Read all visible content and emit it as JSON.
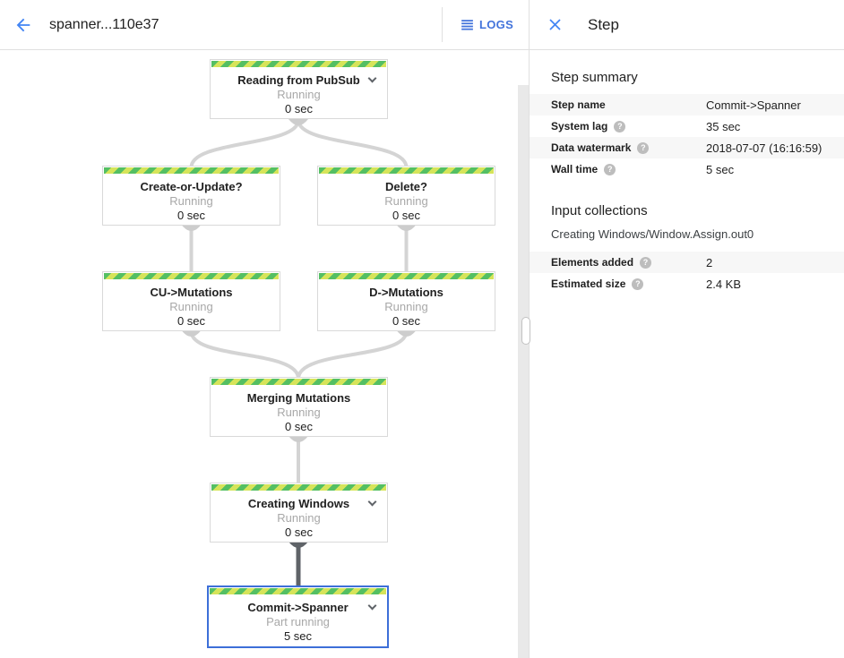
{
  "header": {
    "title": "spanner...110e37",
    "logs_label": "LOGS"
  },
  "panel": {
    "title": "Step",
    "summary": {
      "heading": "Step summary",
      "rows": [
        {
          "label": "Step name",
          "value": "Commit->Spanner"
        },
        {
          "label": "System lag",
          "value": "35 sec"
        },
        {
          "label": "Data watermark",
          "value": "2018-07-07 (16:16:59)"
        },
        {
          "label": "Wall time",
          "value": "5 sec"
        }
      ]
    },
    "input_collections": {
      "heading": "Input collections",
      "collection_name": "Creating Windows/Window.Assign.out0",
      "rows": [
        {
          "label": "Elements added",
          "value": "2"
        },
        {
          "label": "Estimated size",
          "value": "2.4 KB"
        }
      ]
    }
  },
  "graph": {
    "nodes": [
      {
        "title": "Reading from PubSub",
        "status": "Running",
        "time": "0 sec",
        "expandable": true,
        "selected": false
      },
      {
        "title": "Create-or-Update?",
        "status": "Running",
        "time": "0 sec",
        "expandable": false,
        "selected": false
      },
      {
        "title": "Delete?",
        "status": "Running",
        "time": "0 sec",
        "expandable": false,
        "selected": false
      },
      {
        "title": "CU->Mutations",
        "status": "Running",
        "time": "0 sec",
        "expandable": false,
        "selected": false
      },
      {
        "title": "D->Mutations",
        "status": "Running",
        "time": "0 sec",
        "expandable": false,
        "selected": false
      },
      {
        "title": "Merging Mutations",
        "status": "Running",
        "time": "0 sec",
        "expandable": false,
        "selected": false
      },
      {
        "title": "Creating Windows",
        "status": "Running",
        "time": "0 sec",
        "expandable": true,
        "selected": false
      },
      {
        "title": "Commit->Spanner",
        "status": "Part running",
        "time": "5 sec",
        "expandable": true,
        "selected": true
      }
    ],
    "edges": [
      {
        "from": "Reading from PubSub",
        "to": "Create-or-Update?"
      },
      {
        "from": "Reading from PubSub",
        "to": "Delete?"
      },
      {
        "from": "Create-or-Update?",
        "to": "CU->Mutations"
      },
      {
        "from": "Delete?",
        "to": "D->Mutations"
      },
      {
        "from": "CU->Mutations",
        "to": "Merging Mutations"
      },
      {
        "from": "D->Mutations",
        "to": "Merging Mutations"
      },
      {
        "from": "Merging Mutations",
        "to": "Creating Windows"
      },
      {
        "from": "Creating Windows",
        "to": "Commit->Spanner",
        "highlighted": true
      }
    ]
  },
  "icons": {
    "back": "arrow-left",
    "logs": "list-lines",
    "close": "x",
    "help": "question-mark",
    "node_expand": "chevron-down"
  },
  "colors": {
    "accent_blue": "#4273db",
    "icon_blue": "#4285f4",
    "selected_border": "#3d6fd8",
    "running_stripe_green": "#54bf63",
    "running_stripe_lime": "#d6e45a",
    "edge_gray": "#d4d4d4",
    "edge_dark": "#5f6368",
    "row_alt_bg": "#f7f7f7"
  }
}
